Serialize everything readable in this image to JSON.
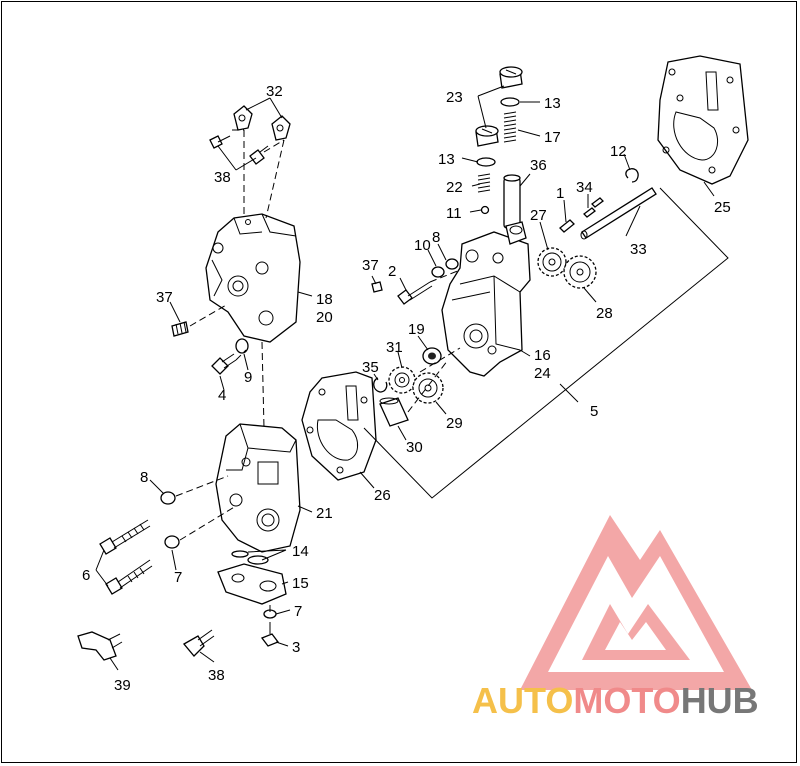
{
  "diagram": {
    "callouts": [
      "1",
      "2",
      "3",
      "4",
      "5",
      "6",
      "7",
      "7",
      "8",
      "8",
      "9",
      "10",
      "11",
      "12",
      "13",
      "13",
      "14",
      "15",
      "16",
      "17",
      "18",
      "19",
      "20",
      "21",
      "22",
      "23",
      "24",
      "25",
      "26",
      "27",
      "28",
      "29",
      "30",
      "31",
      "32",
      "33",
      "34",
      "35",
      "36",
      "37",
      "37",
      "38",
      "38",
      "39"
    ]
  },
  "logo": {
    "part1": "AUTO",
    "part2": "MOTO",
    "part3": "HUB",
    "colors": {
      "yellow": "#f5c04a",
      "red": "#f08a8a",
      "gray": "#777777"
    }
  }
}
